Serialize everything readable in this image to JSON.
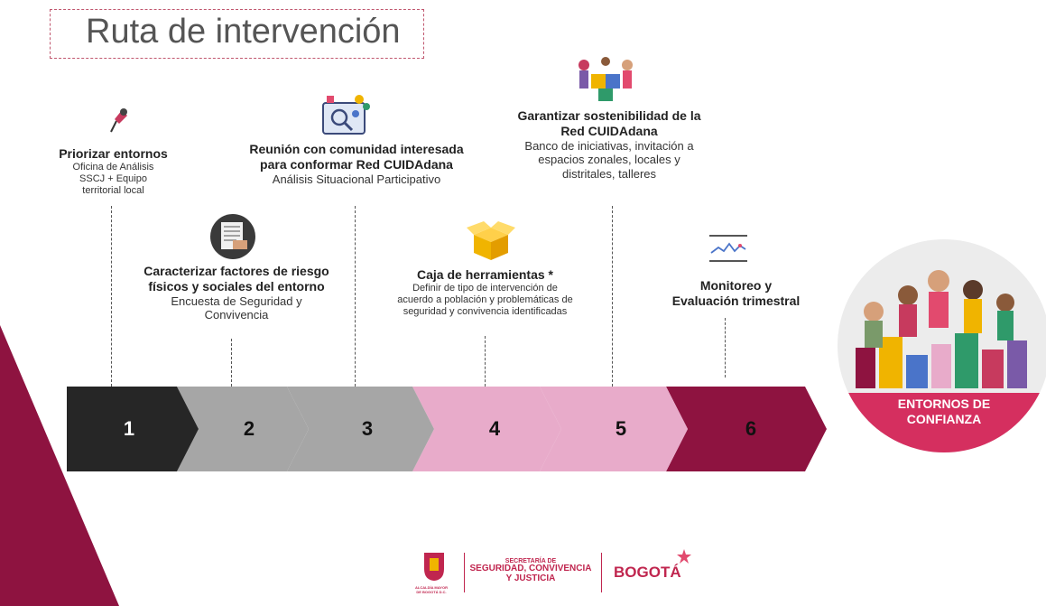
{
  "title": "Ruta de intervención",
  "steps": [
    {
      "number": "1",
      "heading": "Priorizar entornos",
      "detail": "Oficina de Análisis SSCJ + Equipo territorial local",
      "color": "#262626"
    },
    {
      "number": "2",
      "heading_l1": "Caracterizar factores de riesgo",
      "heading_l2": "físicos y sociales del entorno",
      "detail_l1": "Encuesta de Seguridad y",
      "detail_l2": "Convivencia",
      "color": "#a6a6a6"
    },
    {
      "number": "3",
      "heading_l1": "Reunión con comunidad interesada",
      "heading_l2": "para conformar Red CUIDAdana",
      "detail": "Análisis Situacional Participativo",
      "color": "#a6a6a6"
    },
    {
      "number": "4",
      "heading": "Caja de herramientas *",
      "detail_l1": "Definir de tipo de intervención de",
      "detail_l2": "acuerdo a población y problemáticas de",
      "detail_l3": "seguridad y convivencia identificadas",
      "color": "#e8abca"
    },
    {
      "number": "5",
      "heading_l1": "Garantizar sostenibilidad de la",
      "heading_l2": "Red CUIDAdana",
      "detail_l1": "Banco de iniciativas, invitación a",
      "detail_l2": "espacios zonales, locales y",
      "detail_l3": "distritales, talleres",
      "color": "#e8abca"
    },
    {
      "number": "6",
      "heading_l1": "Monitoreo y",
      "heading_l2": "Evaluación trimestral",
      "color": "#8e1340"
    }
  ],
  "badge": {
    "line1": "ENTORNOS DE",
    "line2": "CONFIANZA"
  },
  "footer": {
    "alcaldia": "ALCALDÍA MAYOR DE BOGOTÁ D.C.",
    "secretaria_l1": "SECRETARÍA DE",
    "secretaria_l2": "SEGURIDAD, CONVIVENCIA",
    "secretaria_l3": "Y JUSTICIA",
    "bogota": "BOGOTÁ"
  },
  "colors": {
    "accent": "#8e1340",
    "pink": "#e8abca",
    "grey": "#a6a6a6",
    "dark": "#262626",
    "brand_red": "#c0264f"
  },
  "icons": [
    "pushpin-icon",
    "document-icon",
    "community-meeting-icon",
    "toolbox-icon",
    "people-puzzle-icon",
    "line-chart-icon",
    "community-illustration-icon",
    "coat-of-arms-icon"
  ]
}
